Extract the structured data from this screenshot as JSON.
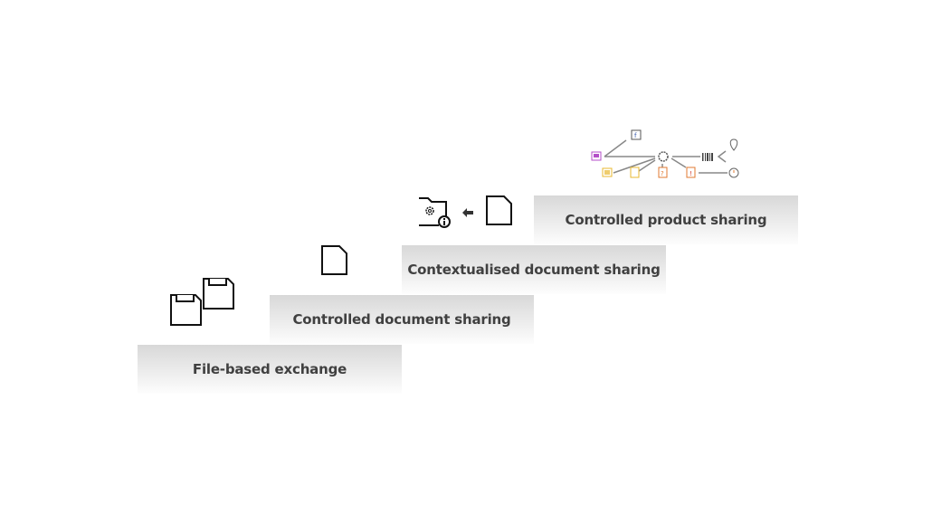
{
  "steps": [
    {
      "label": "File-based exchange",
      "icon": "floppy-disk-icon"
    },
    {
      "label": "Controlled document sharing",
      "icon": "document-icon"
    },
    {
      "label": "Contextualised document sharing",
      "icon": "folder-settings-info-icon"
    },
    {
      "label": "Controlled product sharing",
      "icon": "product-network-icon"
    }
  ],
  "colors": {
    "step_top": "#d8d8d8",
    "step_bottom": "#fdfdfd",
    "text": "#404040",
    "purple": "#b44fc8",
    "yellow": "#e8b830",
    "orange": "#e07a30",
    "blue": "#3355aa"
  }
}
